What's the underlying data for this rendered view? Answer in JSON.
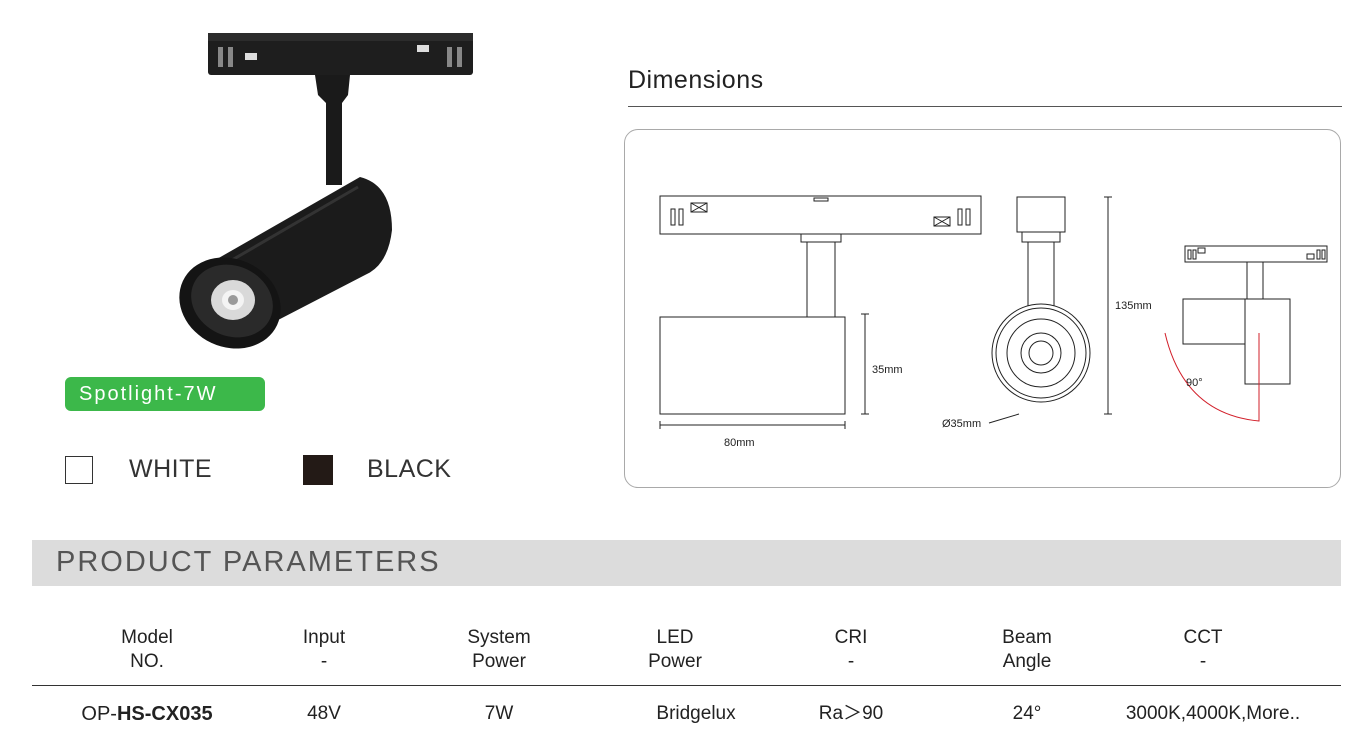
{
  "product": {
    "label": "Spotlight-7W",
    "colors": [
      {
        "name": "WHITE",
        "swatch": "#ffffff"
      },
      {
        "name": "BLACK",
        "swatch": "#231a16"
      }
    ],
    "label_color": "#3cb84a"
  },
  "dimensions": {
    "title": "Dimensions",
    "labels": {
      "height_total": "135mm",
      "head_height": "35mm",
      "length": "80mm",
      "diameter": "Ø35mm",
      "rotation": "90°"
    }
  },
  "parameters": {
    "title": "PRODUCT PARAMETERS",
    "headers": [
      {
        "line1": "Model",
        "line2": "NO."
      },
      {
        "line1": "Input",
        "line2": "-"
      },
      {
        "line1": "System",
        "line2": "Power"
      },
      {
        "line1": "LED",
        "line2": "Power"
      },
      {
        "line1": "CRI",
        "line2": "-"
      },
      {
        "line1": "Beam",
        "line2": "Angle"
      },
      {
        "line1": "CCT",
        "line2": "-"
      }
    ],
    "row": {
      "model_prefix": "OP-",
      "model_code": "HS-CX035",
      "input": "48V",
      "system_power": "7W",
      "led_power": "Bridgelux",
      "cri": "Ra＞90",
      "beam_angle": "24°",
      "cct": "3000K,4000K,More.."
    }
  }
}
